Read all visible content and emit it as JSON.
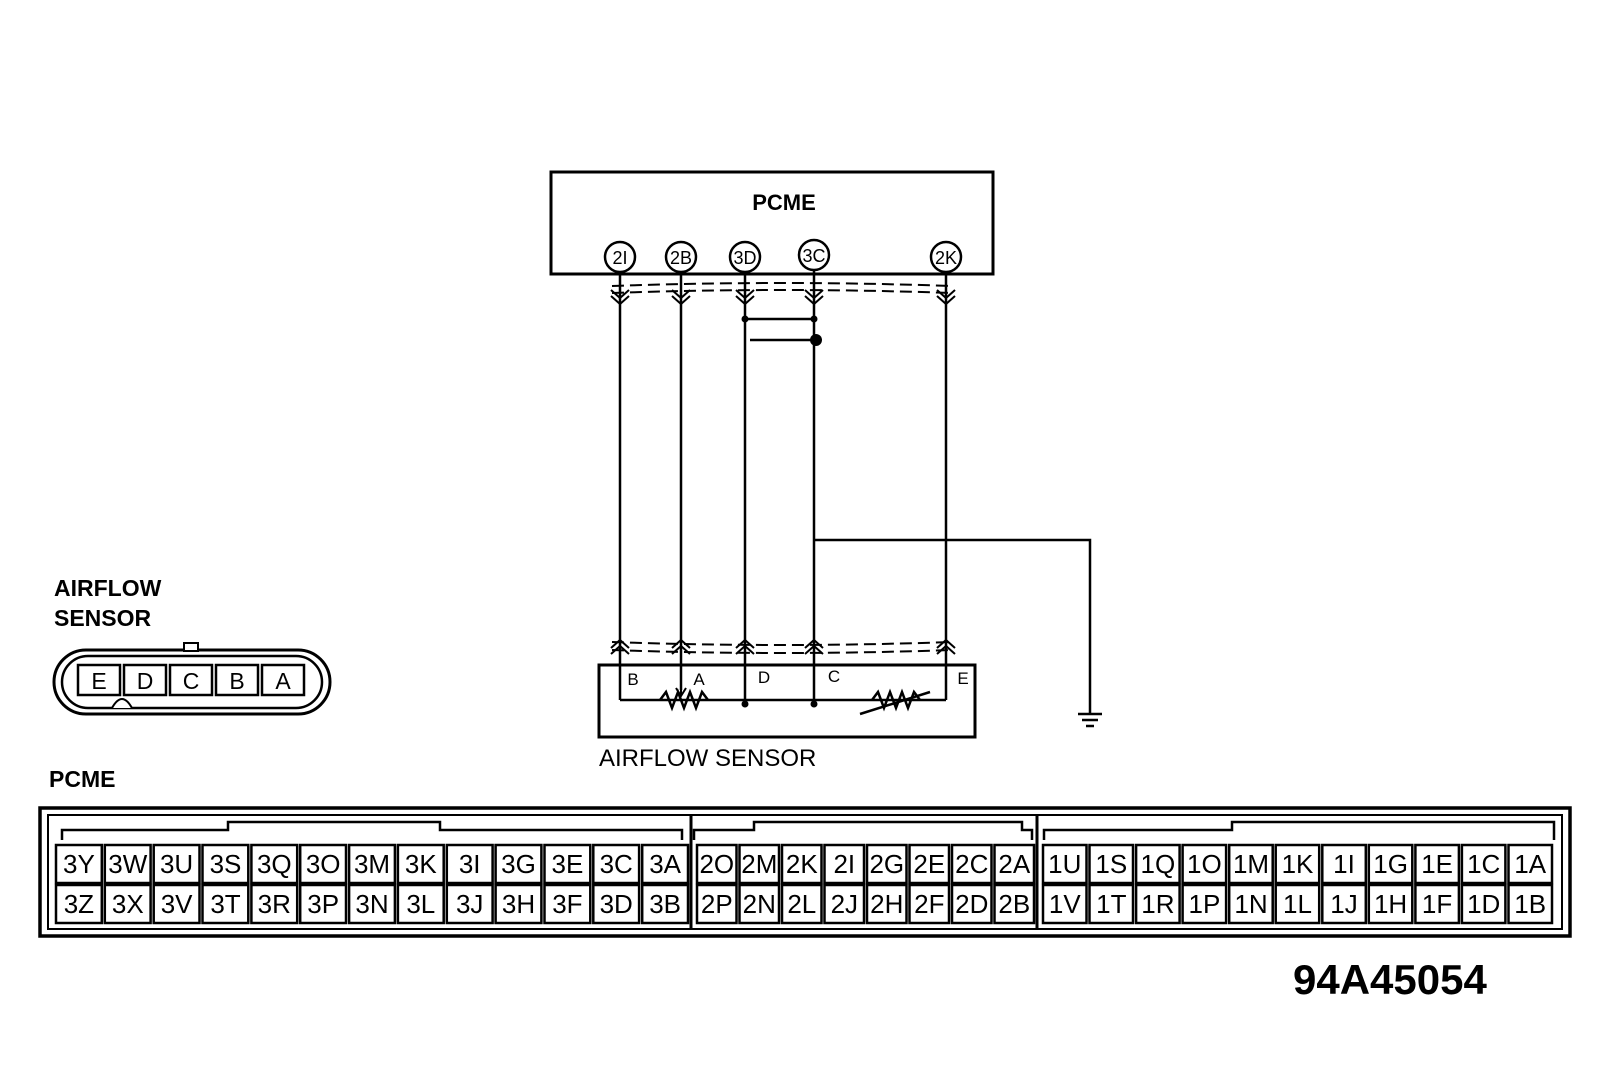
{
  "pcme_box": {
    "title": "PCME",
    "terminals": [
      "2I",
      "2B",
      "3D",
      "3C",
      "2K"
    ]
  },
  "sensor_box": {
    "label": "AIRFLOW SENSOR",
    "pins": [
      "B",
      "A",
      "D",
      "C",
      "E"
    ]
  },
  "sensor_connector": {
    "title_line1": "AIRFLOW",
    "title_line2": "SENSOR",
    "pins": [
      "E",
      "D",
      "C",
      "B",
      "A"
    ]
  },
  "pcme_connector": {
    "title": "PCME",
    "sections": [
      {
        "top": [
          "3Y",
          "3W",
          "3U",
          "3S",
          "3Q",
          "3O",
          "3M",
          "3K",
          "3I",
          "3G",
          "3E",
          "3C",
          "3A"
        ],
        "bottom": [
          "3Z",
          "3X",
          "3V",
          "3T",
          "3R",
          "3P",
          "3N",
          "3L",
          "3J",
          "3H",
          "3F",
          "3D",
          "3B"
        ]
      },
      {
        "top": [
          "2O",
          "2M",
          "2K",
          "2I",
          "2G",
          "2E",
          "2C",
          "2A"
        ],
        "bottom": [
          "2P",
          "2N",
          "2L",
          "2J",
          "2H",
          "2F",
          "2D",
          "2B"
        ]
      },
      {
        "top": [
          "1U",
          "1S",
          "1Q",
          "1O",
          "1M",
          "1K",
          "1I",
          "1G",
          "1E",
          "1C",
          "1A"
        ],
        "bottom": [
          "1V",
          "1T",
          "1R",
          "1P",
          "1N",
          "1L",
          "1J",
          "1H",
          "1F",
          "1D",
          "1B"
        ]
      }
    ]
  },
  "figure_code": "94A45054"
}
